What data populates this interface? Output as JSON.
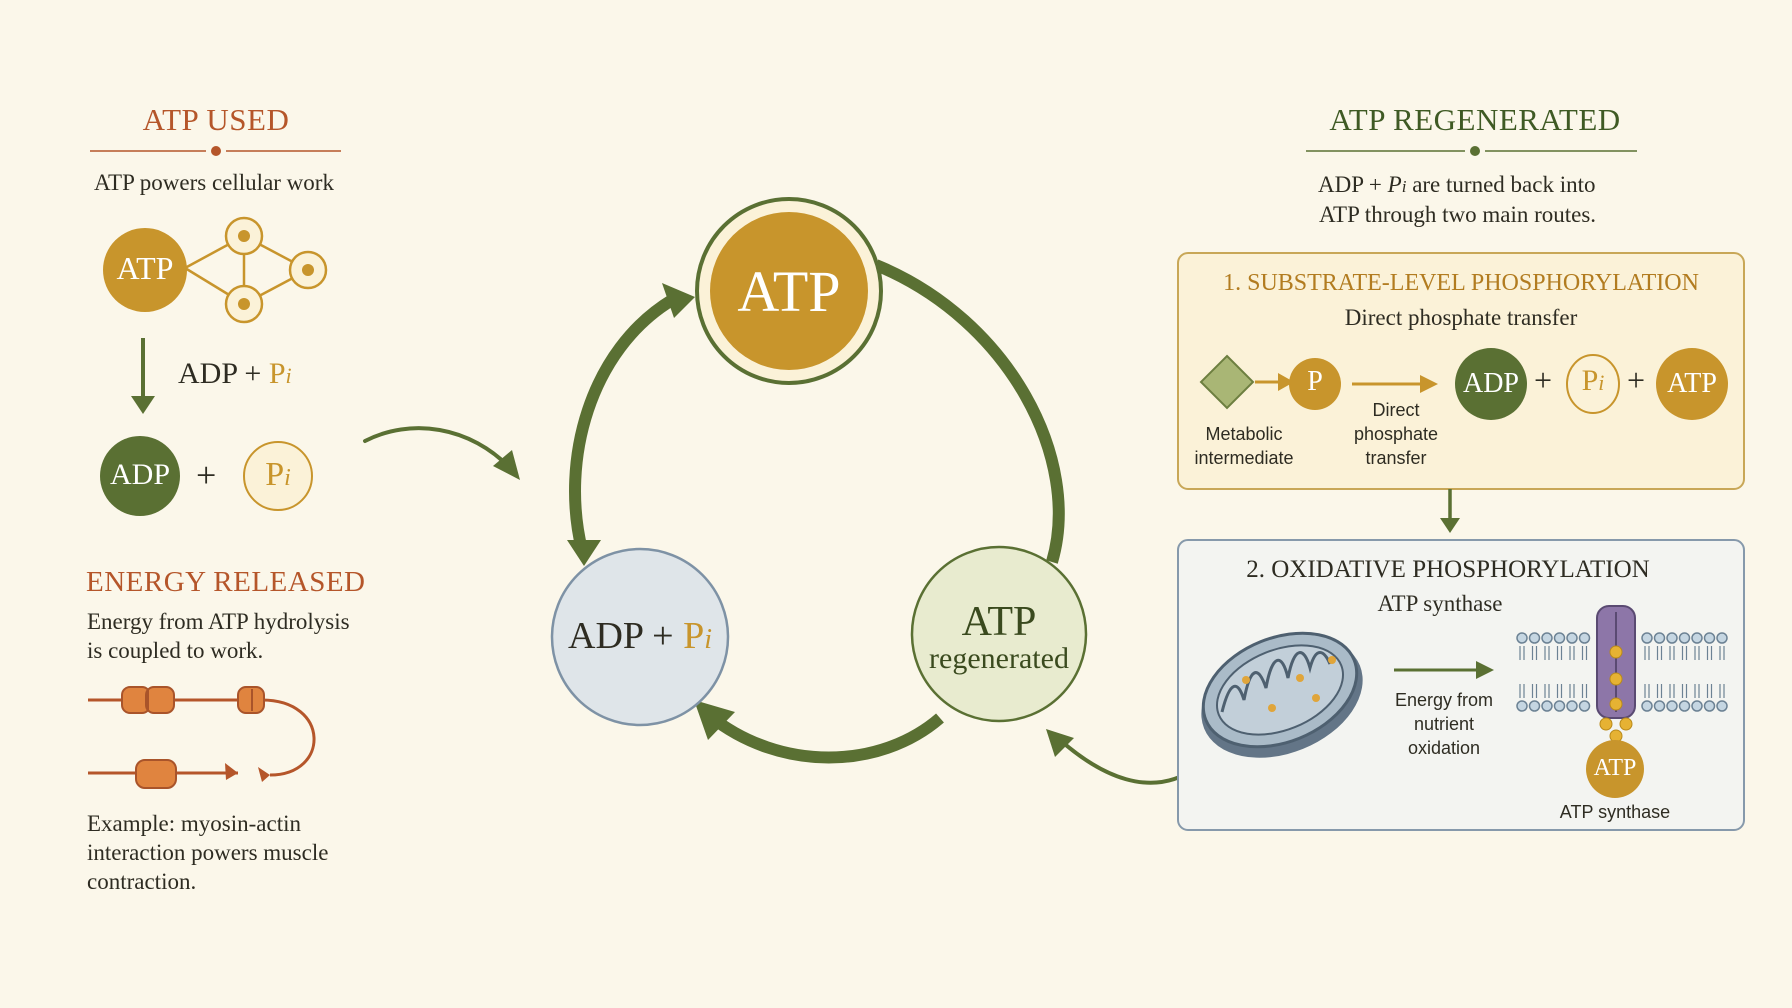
{
  "left": {
    "title": "ATP USED",
    "subtitle": "ATP powers cellular work",
    "atp": "ATP",
    "arrow_label_adp": "ADP + ",
    "arrow_label_p": "P",
    "arrow_label_i": "i",
    "adp": "ADP",
    "plus": "+",
    "pi_p": "P",
    "pi_i": "i",
    "energy_title": "ENERGY RELEASED",
    "energy_line1": "Energy from ATP hydrolysis",
    "energy_line2": "is coupled to work.",
    "example_line1": "Example: myosin-actin",
    "example_line2": "interaction powers muscle",
    "example_line3": "contraction."
  },
  "center": {
    "atp": "ATP",
    "adp_label": "ADP + ",
    "adp_p": "P",
    "adp_i": "i",
    "regen_line1": "ATP",
    "regen_line2": "regenerated"
  },
  "right": {
    "title": "ATP REGENERATED",
    "desc_line1_a": "ADP + ",
    "desc_line1_p": "P",
    "desc_line1_i": "i",
    "desc_line1_b": " are turned back into",
    "desc_line2": "ATP through two main routes.",
    "box1": {
      "title": "1. SUBSTRATE-LEVEL PHOSPHORYLATION",
      "subtitle": "Direct phosphate transfer",
      "p": "P",
      "metabolic_1": "Metabolic",
      "metabolic_2": "intermediate",
      "direct_1": "Direct",
      "direct_2": "phosphate",
      "direct_3": "transfer",
      "adp": "ADP",
      "plus1": "+",
      "pi_p": "P",
      "pi_i": "i",
      "plus2": "+",
      "atp": "ATP"
    },
    "box2": {
      "title": "2. OXIDATIVE PHOSPHORYLATION",
      "subtitle": "ATP synthase",
      "energy_1": "Energy from",
      "energy_2": "nutrient",
      "energy_3": "oxidation",
      "atp": "ATP",
      "synthase_label": "ATP synthase"
    }
  },
  "colors": {
    "gold": "#c8952c",
    "green": "#5a7033",
    "rust": "#b5562a",
    "blue_circle": "#dfe5e9",
    "pale_green": "#e8ebcf"
  }
}
